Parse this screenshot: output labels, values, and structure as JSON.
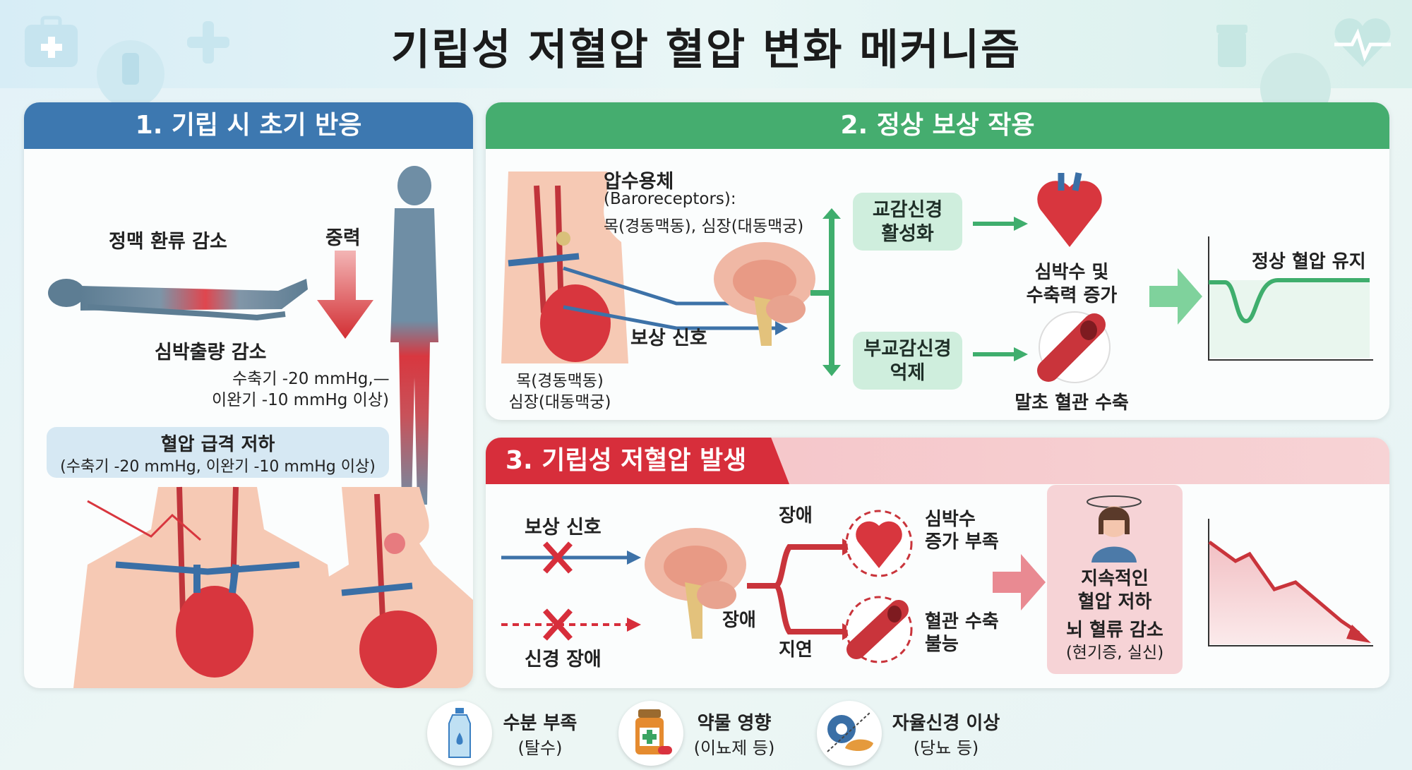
{
  "title": "기립성 저혈압 혈압 변화 메커니즘",
  "panel1": {
    "header": "1. 기립 시 초기 반응",
    "venous_return": "정맥 환류 감소",
    "gravity": "중력",
    "cardiac_output": "심박출량 감소",
    "note_line1": "수축기 -20 mmHg,—",
    "note_line2": "이완기 -10 mmHg 이상)",
    "bp_drop_title": "혈압 급격 저하",
    "bp_drop_sub": "(수축기 -20 mmHg, 이완기 -10 mmHg 이상)"
  },
  "panel2": {
    "header": "2. 정상 보상 작용",
    "baro_title": "압수용체",
    "baro_en": "(Baroreceptors):",
    "baro_loc": "목(경동맥동), 심장(대동맥궁)",
    "neck_label1": "목(경동맥동)",
    "neck_label2": "심장(대동맥궁)",
    "comp_signal": "보상 신호",
    "symp_line1": "교감신경",
    "symp_line2": "활성화",
    "parasymp_line1": "부교감신경",
    "parasymp_line2": "억제",
    "hr_line1": "심박수 및",
    "hr_line2": "수축력 증가",
    "vaso": "말초 혈관 수축",
    "normal_bp": "정상 혈압 유지"
  },
  "panel3": {
    "header": "3. 기립성 저혈압 발생",
    "comp_signal": "보상 신호",
    "nerve_damage": "신경 장애",
    "impaired_top": "장애",
    "impaired_mid": "장애",
    "delayed": "지연",
    "hr_fail_line1": "심박수",
    "hr_fail_line2": "증가 부족",
    "vaso_fail_line1": "혈관 수축",
    "vaso_fail_line2": "불능",
    "result_line1": "지속적인",
    "result_line2": "혈압 저하",
    "result_line3": "뇌 혈류 감소",
    "result_line4": "(현기증, 실신)"
  },
  "footer": [
    {
      "icon": "water-bottle-icon",
      "line1": "수분 부족",
      "line2": "(탈수)"
    },
    {
      "icon": "medicine-bottle-icon",
      "line1": "약물 영향",
      "line2": "(이뇨제 등)"
    },
    {
      "icon": "gear-pancreas-icon",
      "line1": "자율신경 이상",
      "line2": "(당뇨 등)"
    }
  ],
  "colors": {
    "blue": "#3b78b1",
    "green": "#3fae6d",
    "red": "#d9333f",
    "pink": "#f1c8cc"
  }
}
